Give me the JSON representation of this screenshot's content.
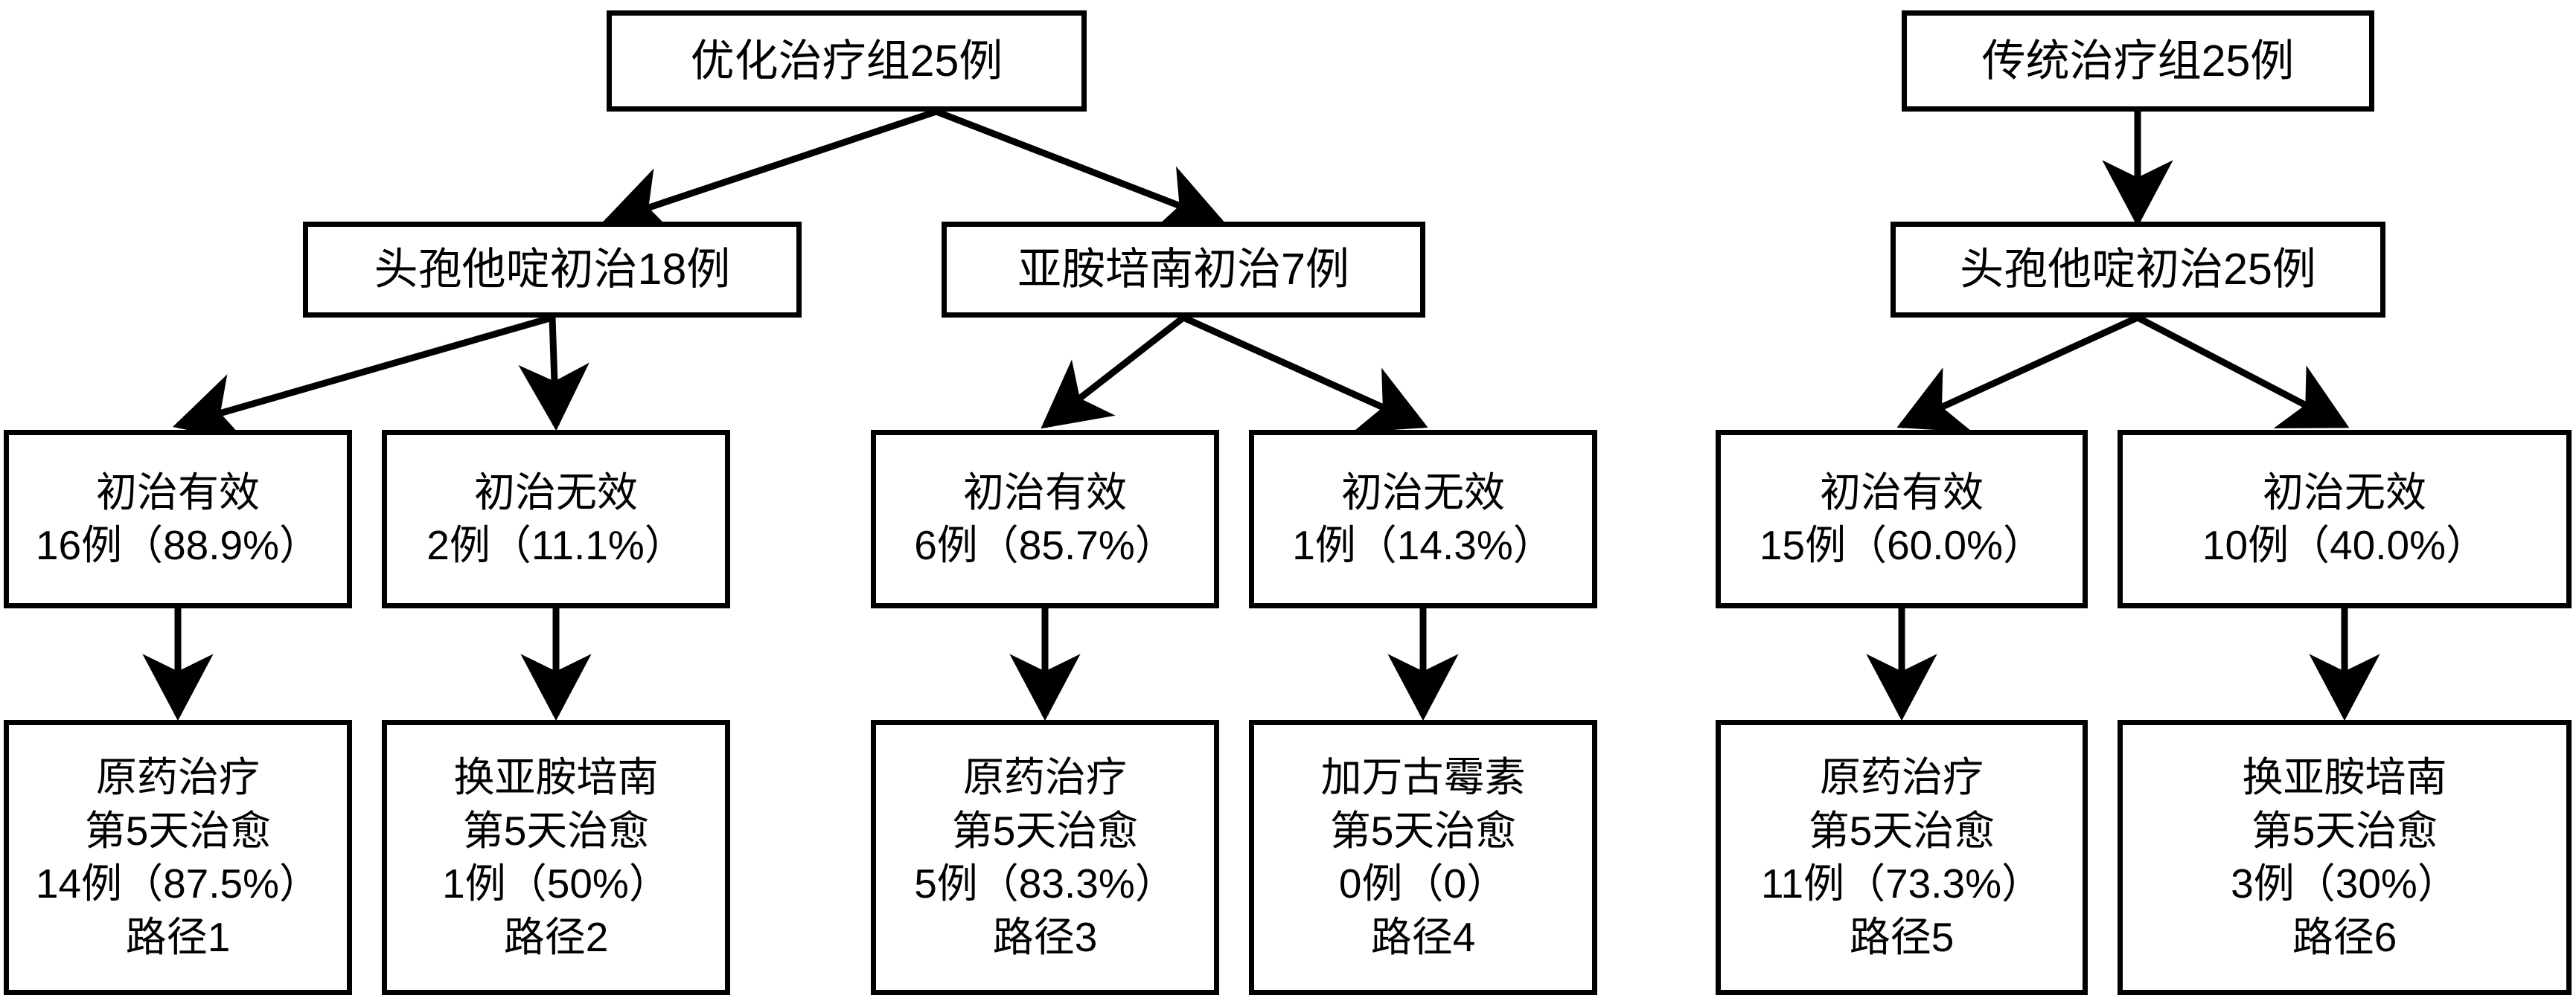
{
  "diagram": {
    "title_group_left": "优化治疗组25例",
    "title_group_right": "传统治疗组25例",
    "stroke_color": "#000000",
    "background_color": "#ffffff",
    "nodes": {
      "left_root": {
        "lines": [
          "优化治疗组25例"
        ]
      },
      "right_root": {
        "lines": [
          "传统治疗组25例"
        ]
      },
      "left_branch_a": {
        "lines": [
          "头孢他啶初治18例"
        ]
      },
      "left_branch_b": {
        "lines": [
          "亚胺培南初治7例"
        ]
      },
      "right_branch_a": {
        "lines": [
          "头孢他啶初治25例"
        ]
      },
      "outcome_1": {
        "lines": [
          "初治有效",
          "16例（88.9%）"
        ]
      },
      "outcome_2": {
        "lines": [
          "初治无效",
          "2例（11.1%）"
        ]
      },
      "outcome_3": {
        "lines": [
          "初治有效",
          "6例（85.7%）"
        ]
      },
      "outcome_4": {
        "lines": [
          "初治无效",
          "1例（14.3%）"
        ]
      },
      "outcome_5": {
        "lines": [
          "初治有效",
          "15例（60.0%）"
        ]
      },
      "outcome_6": {
        "lines": [
          "初治无效",
          "10例（40.0%）"
        ]
      },
      "path_1": {
        "lines": [
          "原药治疗",
          "第5天治愈",
          "14例（87.5%）",
          "路径1"
        ]
      },
      "path_2": {
        "lines": [
          "换亚胺培南",
          "第5天治愈",
          "1例（50%）",
          "路径2"
        ]
      },
      "path_3": {
        "lines": [
          "原药治疗",
          "第5天治愈",
          "5例（83.3%）",
          "路径3"
        ]
      },
      "path_4": {
        "lines": [
          "加万古霉素",
          "第5天治愈",
          "0例（0）",
          "路径4"
        ]
      },
      "path_5": {
        "lines": [
          "原药治疗",
          "第5天治愈",
          "11例（73.3%）",
          "路径5"
        ]
      },
      "path_6": {
        "lines": [
          "换亚胺培南",
          "第5天治愈",
          "3例（30%）",
          "路径6"
        ]
      }
    }
  }
}
